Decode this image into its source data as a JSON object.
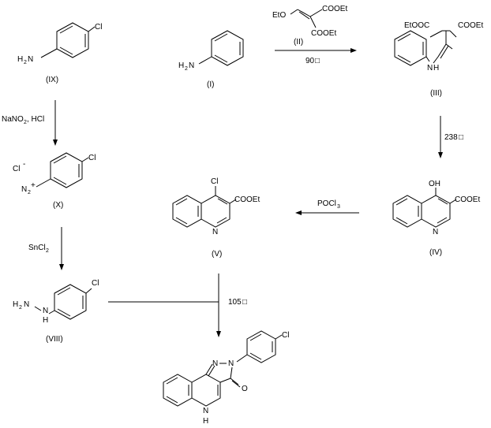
{
  "diagram": {
    "compounds": {
      "ix": {
        "label": "(IX)",
        "cl": "Cl",
        "n": "N",
        "h": "H",
        "two": "2"
      },
      "i": {
        "label": "(I)",
        "n": "N",
        "h": "H",
        "two": "2"
      },
      "ii": {
        "label": "(II)",
        "eto": "EtO",
        "cooet_top": "COOEt",
        "cooet_bottom": "COOEt"
      },
      "iii": {
        "label": "(III)",
        "eto2c": "EtOOC",
        "cooet": "COOEt",
        "nh_n": "N",
        "nh_h": "H"
      },
      "x": {
        "label": "(X)",
        "cl_anion": "Cl",
        "minus": "-",
        "cl": "Cl",
        "n": "N",
        "two": "2",
        "plus": "+"
      },
      "iv": {
        "label": "(IV)",
        "oh": "OH",
        "cooet": "COOEt",
        "n": "N"
      },
      "v": {
        "label": "(V)",
        "cl": "Cl",
        "cooet": "COOEt",
        "n": "N"
      },
      "viii": {
        "label": "(VIII)",
        "cl": "Cl",
        "h2n": "H",
        "two": "2",
        "n_first": "N",
        "nh": "N",
        "h": "H"
      },
      "product": {
        "cl": "Cl",
        "n1": "N",
        "n2": "N",
        "o": "O",
        "nh_n": "N",
        "nh_h": "H"
      }
    },
    "reagents": {
      "r1": "90",
      "r2": "238",
      "r3_main": "POCl",
      "r3_sub": "3",
      "r4_main": "NaNO",
      "r4_sub": "2",
      "r4_tail": ", HCl",
      "r5_main": "SnCl",
      "r5_sub": "2",
      "r6": "105"
    },
    "degree_symbol": "□"
  }
}
